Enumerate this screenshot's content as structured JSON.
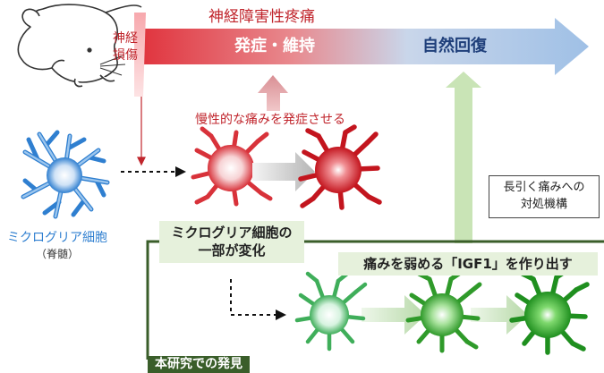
{
  "title": "神経障害性疼痛",
  "nerve_injury": "神経\n損傷",
  "stage_onset": "発症・維持",
  "stage_recovery": "自然回復",
  "chronic_label": "慢性的な痛みを発症させる",
  "microglia_label": "ミクログリア細胞",
  "microglia_sub": "（脊髄）",
  "change_label": "ミクログリア細胞の\n一部が変化",
  "mechanism_label": "長引く痛みへの\n対処機構",
  "igf1_label": "痛みを弱める「IGF1」を作り出す",
  "finding_label": "本研究での発見",
  "colors": {
    "red": "#c0252c",
    "blue": "#1f4e9b",
    "green": "#3a5e2a",
    "microglia_blue": "#2f7fd0"
  }
}
